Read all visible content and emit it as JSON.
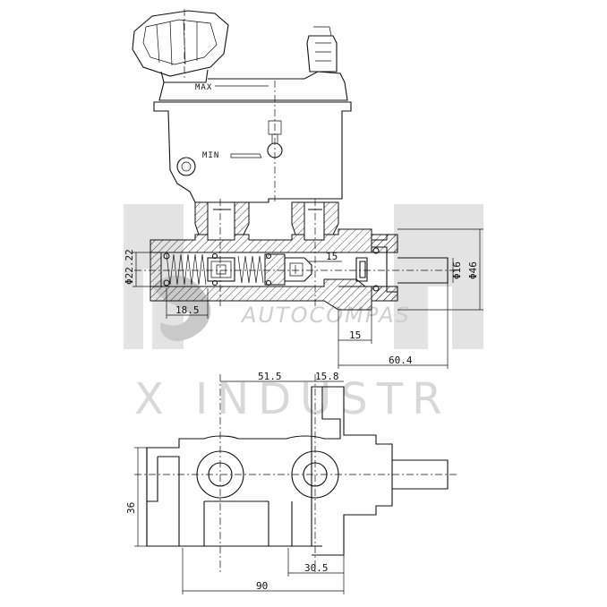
{
  "reservoir": {
    "max_label": "MAX",
    "min_label": "MIN"
  },
  "watermark": {
    "brand": "AUTOCOMPAS",
    "industry": "X INDUSTR"
  },
  "dimensions": {
    "bore_diameter": "Φ22.22",
    "rod_diameter_small": "Φ16",
    "rod_diameter_large": "Φ46",
    "inner_gap": "15",
    "left_offset": "18.5",
    "rod_step": "15",
    "rod_length": "60.4",
    "port_spacing": "51.5",
    "flange_offset": "15.8",
    "height": "36",
    "total_length": "90",
    "flange_to_port": "30.5"
  }
}
